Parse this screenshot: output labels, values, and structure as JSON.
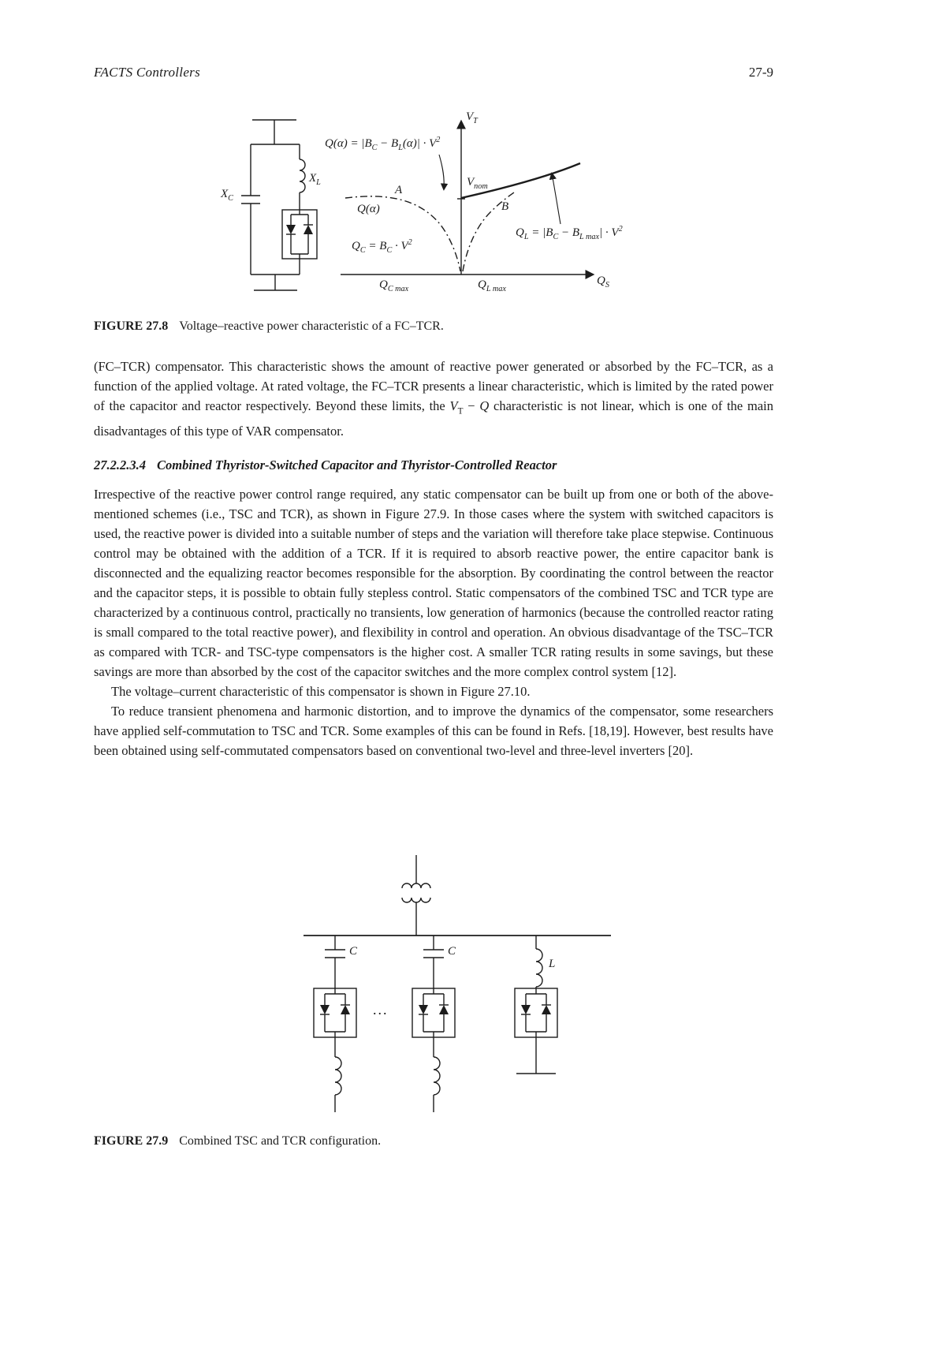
{
  "header": {
    "running_head": "FACTS Controllers",
    "page_number": "27-9"
  },
  "figure_27_8": {
    "caption_label": "FIGURE 27.8",
    "caption_text": "Voltage–reactive power characteristic of a FC–TCR.",
    "labels": {
      "v_axis": "V<sub>T</sub>",
      "formula_top": "Q(α) = |B<sub>C</sub> − B<sub>L</sub>(α)| · V<sup>2</sup>",
      "point_a": "A",
      "v_nom": "V<sub>nom</sub>",
      "q_alpha": "Q(α)",
      "point_b": "B",
      "qc_formula": "Q<sub>C</sub> = B<sub>C</sub> · V<sup>2</sup>",
      "ql_formula": "Q<sub>L</sub> = |B<sub>C</sub> − B<sub>L max</sub>| · V<sup>2</sup>",
      "qc_max": "Q<sub>C max</sub>",
      "ql_max": "Q<sub>L max</sub>",
      "q_axis": "Q<sub>S</sub>",
      "xc": "X<sub>C</sub>",
      "xl": "X<sub>L</sub>"
    }
  },
  "section_heading": {
    "number": "27.2.2.3.4",
    "title": "Combined Thyristor-Switched Capacitor and Thyristor-Controlled Reactor"
  },
  "paragraphs": {
    "p1": "(FC–TCR) compensator. This characteristic shows the amount of reactive power generated or absorbed by the FC–TCR, as a function of the applied voltage. At rated voltage, the FC–TCR presents a linear characteristic, which is limited by the rated power of the capacitor and reactor respectively. Beyond these limits, the <i>V</i><sub>T</sub> − <i>Q</i> characteristic is not linear, which is one of the main disadvantages of this type of VAR compensator.",
    "p2": "Irrespective of the reactive power control range required, any static compensator can be built up from one or both of the above-mentioned schemes (i.e., TSC and TCR), as shown in Figure 27.9. In those cases where the system with switched capacitors is used, the reactive power is divided into a suitable number of steps and the variation will therefore take place stepwise. Continuous control may be obtained with the addition of a TCR. If it is required to absorb reactive power, the entire capacitor bank is disconnected and the equalizing reactor becomes responsible for the absorption. By coordinating the control between the reactor and the capacitor steps, it is possible to obtain fully stepless control. Static compensators of the combined TSC and TCR type are characterized by a continuous control, practically no transients, low generation of harmonics (because the controlled reactor rating is small compared to the total reactive power), and flexibility in control and operation. An obvious disadvantage of the TSC–TCR as compared with TCR- and TSC-type compensators is the higher cost. A smaller TCR rating results in some savings, but these savings are more than absorbed by the cost of the capacitor switches and the more complex control system [12].",
    "p3": "The voltage–current characteristic of this compensator is shown in Figure 27.10.",
    "p4": "To reduce transient phenomena and harmonic distortion, and to improve the dynamics of the compensator, some researchers have applied self-commutation to TSC and TCR. Some examples of this can be found in Refs. [18,19]. However, best results have been obtained using self-commutated compensators based on conventional two-level and three-level inverters [20]."
  },
  "figure_27_9": {
    "caption_label": "FIGURE 27.9",
    "caption_text": "Combined TSC and TCR configuration.",
    "labels": {
      "c1": "C",
      "c2": "C",
      "l": "L",
      "dots": "..."
    }
  },
  "colors": {
    "ink": "#1c1c1c",
    "paper": "#ffffff"
  }
}
